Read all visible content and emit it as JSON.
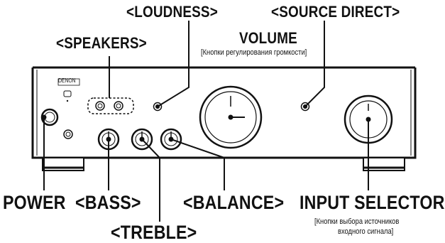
{
  "labels": {
    "loudness": "<LOUDNESS>",
    "source_direct": "<SOURCE DIRECT>",
    "speakers": "<SPEAKERS>",
    "volume": "VOLUME",
    "volume_note": "[Кнопки регулирования громкости]",
    "brand": "DENON",
    "power": "POWER",
    "bass": "<BASS>",
    "balance": "<BALANCE>",
    "input_selector": "INPUT SELECTOR",
    "input_note_line1": "[Кнопки выбора источников",
    "input_note_line2": "входного сигнала]",
    "treble": "<TREBLE>"
  },
  "colors": {
    "ink": "#111111",
    "panel_fill": "#ffffff"
  }
}
